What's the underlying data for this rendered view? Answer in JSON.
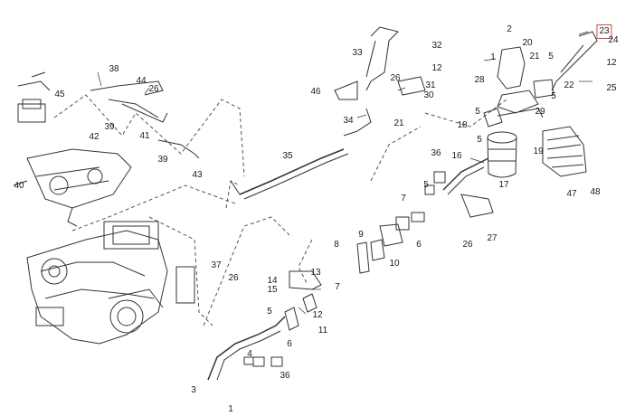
{
  "callouts": [
    {
      "id": "23",
      "highlighted": true
    },
    {
      "id": "2"
    },
    {
      "id": "24"
    },
    {
      "id": "32"
    },
    {
      "id": "33"
    },
    {
      "id": "12"
    },
    {
      "id": "1"
    },
    {
      "id": "20"
    },
    {
      "id": "21"
    },
    {
      "id": "5"
    },
    {
      "id": "38"
    },
    {
      "id": "44"
    },
    {
      "id": "26"
    },
    {
      "id": "45"
    },
    {
      "id": "46"
    },
    {
      "id": "31"
    },
    {
      "id": "30"
    },
    {
      "id": "28"
    },
    {
      "id": "22"
    },
    {
      "id": "25"
    },
    {
      "id": "29"
    },
    {
      "id": "39"
    },
    {
      "id": "41"
    },
    {
      "id": "42"
    },
    {
      "id": "34"
    },
    {
      "id": "18"
    },
    {
      "id": "43"
    },
    {
      "id": "19"
    },
    {
      "id": "36"
    },
    {
      "id": "16"
    },
    {
      "id": "17"
    },
    {
      "id": "35"
    },
    {
      "id": "40"
    },
    {
      "id": "47"
    },
    {
      "id": "48"
    },
    {
      "id": "7"
    },
    {
      "id": "6"
    },
    {
      "id": "27"
    },
    {
      "id": "9"
    },
    {
      "id": "10"
    },
    {
      "id": "8"
    },
    {
      "id": "37"
    },
    {
      "id": "14"
    },
    {
      "id": "13"
    },
    {
      "id": "15"
    },
    {
      "id": "11"
    },
    {
      "id": "4"
    },
    {
      "id": "3"
    }
  ],
  "colors": {
    "line": "#333333",
    "highlight": "#e0403a",
    "background": "#ffffff"
  }
}
